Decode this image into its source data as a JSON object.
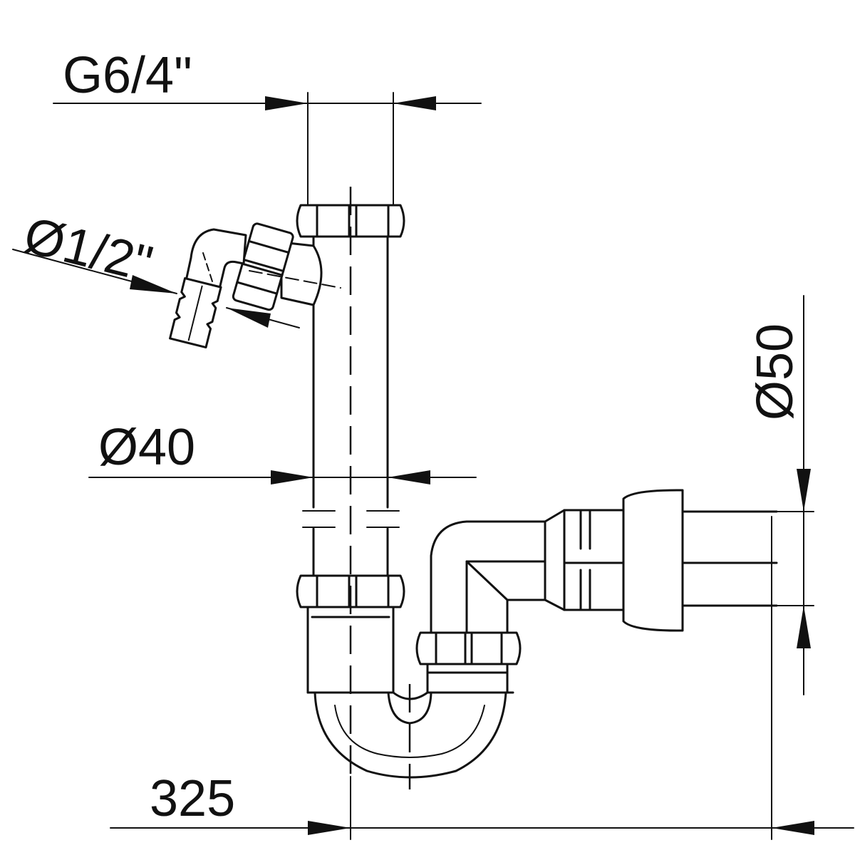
{
  "dimensions": {
    "outlet_thread": "G6/4\"",
    "side_inlet": "Ø1/2\"",
    "pipe_diameter": "Ø40",
    "outlet_diameter": "Ø50",
    "overall_length": "325"
  },
  "colors": {
    "line": "#111111",
    "background": "#ffffff"
  }
}
